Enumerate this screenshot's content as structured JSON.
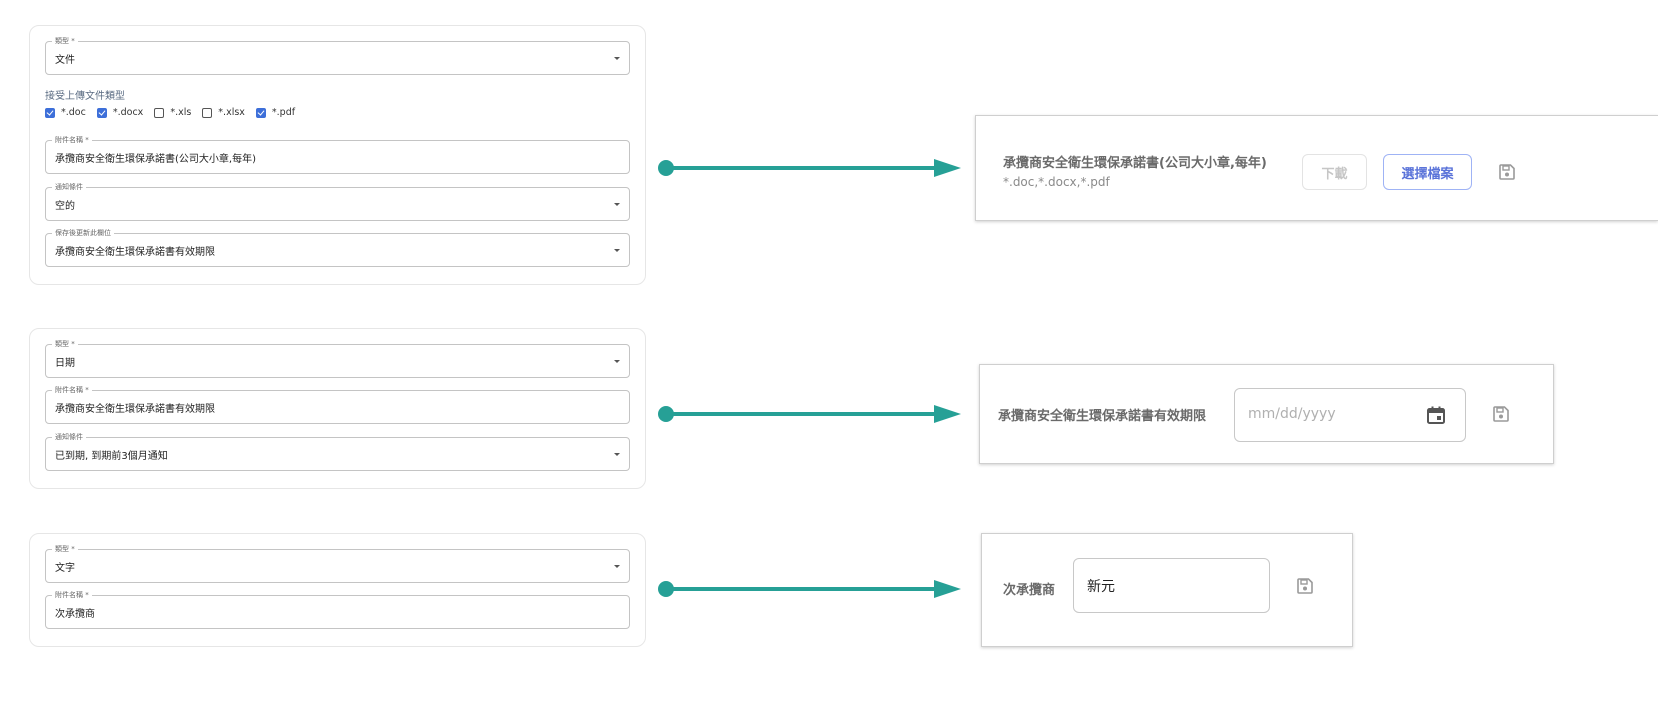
{
  "card1": {
    "type": {
      "legend": "類型 *",
      "value": "文件"
    },
    "upload_title": "接受上傳文件類型",
    "filetypes": [
      {
        "label": "*.doc",
        "checked": true
      },
      {
        "label": "*.docx",
        "checked": true
      },
      {
        "label": "*.xls",
        "checked": false
      },
      {
        "label": "*.xlsx",
        "checked": false
      },
      {
        "label": "*.pdf",
        "checked": true
      }
    ],
    "name": {
      "legend": "附件名稱 *",
      "value": "承攬商安全衛生環保承諾書(公司大小章,每年)"
    },
    "notify": {
      "legend": "通知條件",
      "value": "空的"
    },
    "update": {
      "legend": "保存後更新此欄位",
      "value": "承攬商安全衛生環保承諾書有效期限"
    }
  },
  "card2": {
    "type": {
      "legend": "類型 *",
      "value": "日期"
    },
    "name": {
      "legend": "附件名稱 *",
      "value": "承攬商安全衛生環保承諾書有效期限"
    },
    "notify": {
      "legend": "通知條件",
      "value": "已到期, 到期前3個月通知"
    }
  },
  "card3": {
    "type": {
      "legend": "類型 *",
      "value": "文字"
    },
    "name": {
      "legend": "附件名稱 *",
      "value": "次承攬商"
    }
  },
  "preview1": {
    "title": "承攬商安全衛生環保承諾書(公司大小章,每年)",
    "subtitle": "*.doc,*.docx,*.pdf",
    "download_label": "下載",
    "choose_label": "選擇檔案"
  },
  "preview2": {
    "label": "承攬商安全衛生環保承諾書有效期限",
    "date_placeholder": "mm/dd/yyyy"
  },
  "preview3": {
    "label": "次承攬商",
    "value": "新元"
  },
  "colors": {
    "arrow": "#26a096",
    "checkbox": "#3d6fd9",
    "primary_button": "#5a73d9"
  },
  "icons": [
    "chevron-down-icon",
    "checkbox-icon",
    "arrow-right-icon",
    "save-icon",
    "calendar-icon"
  ]
}
